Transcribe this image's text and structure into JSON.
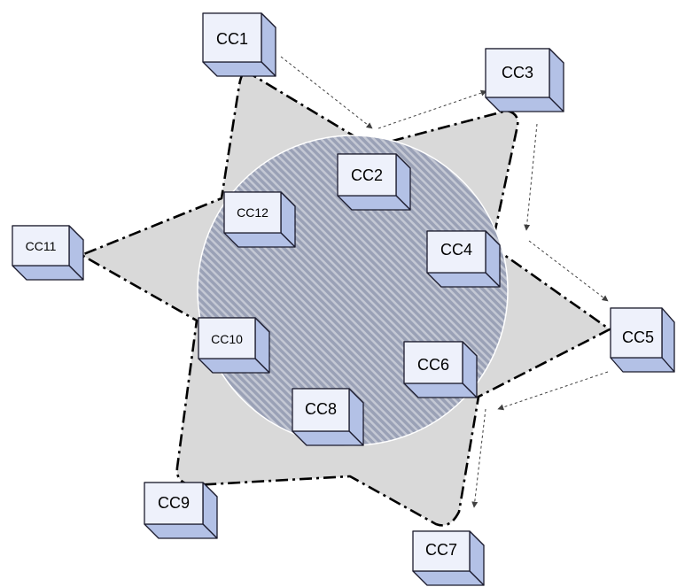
{
  "nodes": [
    {
      "id": "cc1",
      "label": "CC1"
    },
    {
      "id": "cc2",
      "label": "CC2"
    },
    {
      "id": "cc3",
      "label": "CC3"
    },
    {
      "id": "cc4",
      "label": "CC4"
    },
    {
      "id": "cc5",
      "label": "CC5"
    },
    {
      "id": "cc6",
      "label": "CC6"
    },
    {
      "id": "cc7",
      "label": "CC7"
    },
    {
      "id": "cc8",
      "label": "CC8"
    },
    {
      "id": "cc9",
      "label": "CC9"
    },
    {
      "id": "cc10",
      "label": "CC10"
    },
    {
      "id": "cc11",
      "label": "CC11"
    },
    {
      "id": "cc12",
      "label": "CC12"
    }
  ],
  "arrows": [
    {
      "from": "cc1",
      "to": "cc2"
    },
    {
      "from": "cc2",
      "to": "cc3"
    },
    {
      "from": "cc3",
      "to": "cc4"
    },
    {
      "from": "cc4",
      "to": "cc5"
    },
    {
      "from": "cc5",
      "to": "cc6"
    },
    {
      "from": "cc6",
      "to": "cc7"
    }
  ],
  "colors": {
    "star_fill": "#d9d9d9",
    "star_outline": "#000000",
    "circle_fill": "#9aa1b6",
    "circle_stripe": "#c4c8d4",
    "box_front": "#eef1fb",
    "box_top": "#dbe2f4",
    "box_side": "#b3c1e6",
    "box_edge": "#1c1c2e",
    "arrow": "#404040"
  }
}
